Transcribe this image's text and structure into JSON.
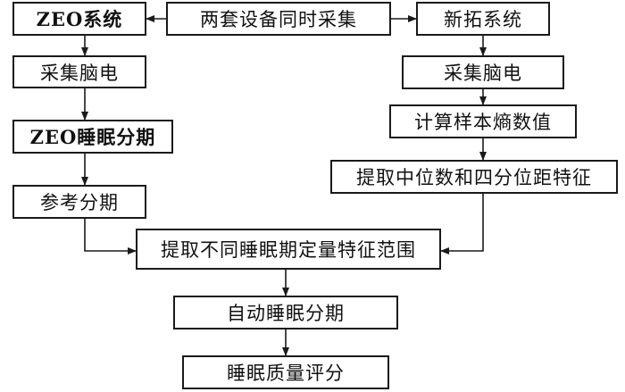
{
  "diagram": {
    "nodes": {
      "source": "两套设备同时采集",
      "zeo_system": "ZEO系统",
      "zeo_eeg": "采集脑电",
      "zeo_staging": "ZEO睡眠分期",
      "reference_staging": "参考分期",
      "xintuo_system": "新拓系统",
      "xintuo_eeg": "采集脑电",
      "sample_entropy": "计算样本熵数值",
      "median_iqr": "提取中位数和四分位距特征",
      "feature_range": "提取不同睡眠期定量特征范围",
      "auto_staging": "自动睡眠分期",
      "quality_score": "睡眠质量评分"
    },
    "edges": [
      {
        "from": "source",
        "to": "zeo_system"
      },
      {
        "from": "source",
        "to": "xintuo_system"
      },
      {
        "from": "zeo_system",
        "to": "zeo_eeg"
      },
      {
        "from": "zeo_eeg",
        "to": "zeo_staging"
      },
      {
        "from": "zeo_staging",
        "to": "reference_staging"
      },
      {
        "from": "reference_staging",
        "to": "feature_range"
      },
      {
        "from": "xintuo_system",
        "to": "xintuo_eeg"
      },
      {
        "from": "xintuo_eeg",
        "to": "sample_entropy"
      },
      {
        "from": "sample_entropy",
        "to": "median_iqr"
      },
      {
        "from": "median_iqr",
        "to": "feature_range"
      },
      {
        "from": "feature_range",
        "to": "auto_staging"
      },
      {
        "from": "auto_staging",
        "to": "quality_score"
      }
    ],
    "colors": {
      "line": "#1a1a1a",
      "box_border": "#1a1a1a",
      "background": "#ffffff"
    }
  }
}
